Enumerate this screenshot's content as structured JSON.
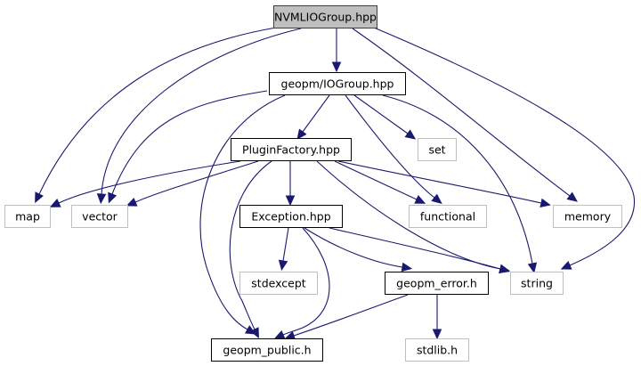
{
  "title": "NVMLIOGroup.hpp include dependency graph",
  "colors": {
    "edge": "#191970",
    "root_fill": "#bfbfbf",
    "root_stroke": "#404040",
    "documented_stroke": "#000000",
    "external_stroke": "#bfbfbf",
    "node_fill": "#ffffff"
  },
  "nodes": {
    "nvmliogroup": {
      "label": "NVMLIOGroup.hpp",
      "kind": "root"
    },
    "iogroup": {
      "label": "geopm/IOGroup.hpp",
      "kind": "documented"
    },
    "set": {
      "label": "set",
      "kind": "external"
    },
    "pluginfactory": {
      "label": "PluginFactory.hpp",
      "kind": "documented"
    },
    "map": {
      "label": "map",
      "kind": "external"
    },
    "vector": {
      "label": "vector",
      "kind": "external"
    },
    "exception": {
      "label": "Exception.hpp",
      "kind": "documented"
    },
    "functional": {
      "label": "functional",
      "kind": "external"
    },
    "memory": {
      "label": "memory",
      "kind": "external"
    },
    "stdexcept": {
      "label": "stdexcept",
      "kind": "external"
    },
    "geopm_error": {
      "label": "geopm_error.h",
      "kind": "documented"
    },
    "string": {
      "label": "string",
      "kind": "external"
    },
    "geopm_public": {
      "label": "geopm_public.h",
      "kind": "documented"
    },
    "stdlib": {
      "label": "stdlib.h",
      "kind": "external"
    }
  },
  "edges": [
    [
      "nvmliogroup",
      "iogroup"
    ],
    [
      "nvmliogroup",
      "map"
    ],
    [
      "nvmliogroup",
      "vector"
    ],
    [
      "nvmliogroup",
      "memory"
    ],
    [
      "nvmliogroup",
      "string"
    ],
    [
      "iogroup",
      "set"
    ],
    [
      "iogroup",
      "pluginfactory"
    ],
    [
      "iogroup",
      "vector"
    ],
    [
      "iogroup",
      "functional"
    ],
    [
      "iogroup",
      "string"
    ],
    [
      "iogroup",
      "geopm_public"
    ],
    [
      "pluginfactory",
      "map"
    ],
    [
      "pluginfactory",
      "vector"
    ],
    [
      "pluginfactory",
      "exception"
    ],
    [
      "pluginfactory",
      "functional"
    ],
    [
      "pluginfactory",
      "memory"
    ],
    [
      "pluginfactory",
      "string"
    ],
    [
      "pluginfactory",
      "geopm_public"
    ],
    [
      "exception",
      "stdexcept"
    ],
    [
      "exception",
      "geopm_error"
    ],
    [
      "exception",
      "string"
    ],
    [
      "exception",
      "geopm_public"
    ],
    [
      "geopm_error",
      "geopm_public"
    ],
    [
      "geopm_error",
      "stdlib"
    ]
  ]
}
